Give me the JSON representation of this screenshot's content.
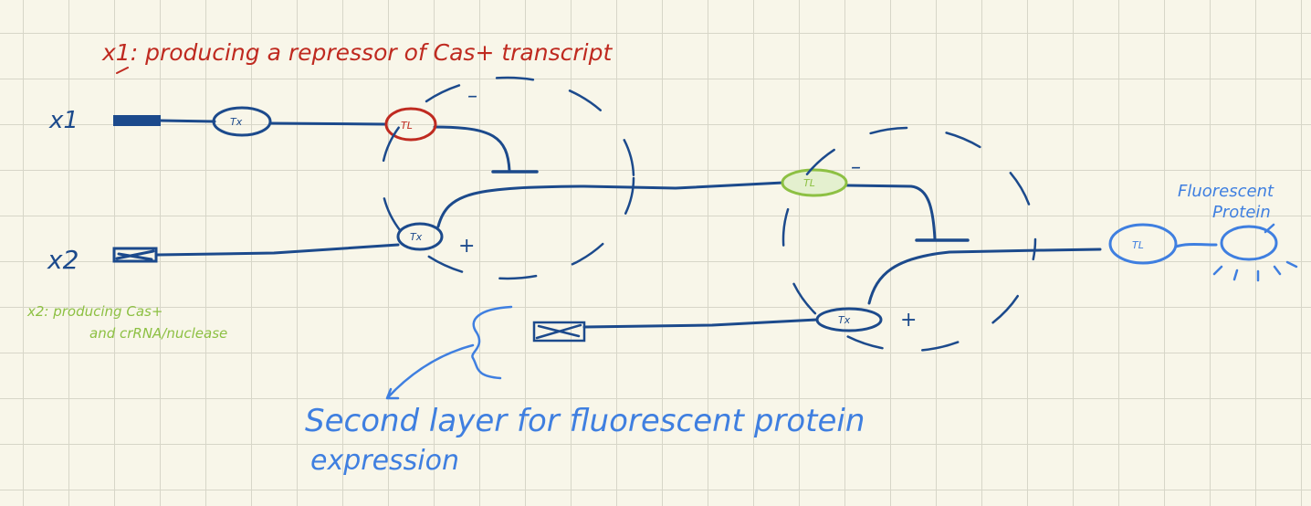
{
  "colors": {
    "background": "#f8f6e9",
    "grid": "#d7d6c8",
    "circuit": "#1c4a8c",
    "annotation_red": "#bf2a20",
    "annotation_green": "#8dc043",
    "annotation_blue": "#3f7fe0"
  },
  "annotations": {
    "x1_note": "x1: producing a repressor of Cas+ transcript",
    "x2_note_line1": "x2: producing Cas+",
    "x2_note_line2": "and crRNA/nuclease",
    "bottom_note_line1": "Second layer for fluorescent protein",
    "bottom_note_line2": "expression",
    "reporter_label_line1": "Fluorescent",
    "reporter_label_line2": "Protein"
  },
  "inputs": {
    "x1": "x1",
    "x2": "x2"
  },
  "nodes": {
    "tx1": "Tx",
    "tl1": "TL",
    "tx2": "Tx",
    "tl2": "TL",
    "tx3": "Tx",
    "tl_out": "TL"
  },
  "signs": {
    "layer1_repress": "–",
    "layer1_activate": "+",
    "layer2_repress": "–",
    "layer2_activate": "+"
  },
  "icons": {
    "x1_promoter": "promoter-block-icon",
    "x2_promoter": "promoter-block-icon",
    "layer2_promoter": "promoter-block-icon",
    "protein": "protein-blob-icon",
    "callout": "curly-brace-icon"
  }
}
